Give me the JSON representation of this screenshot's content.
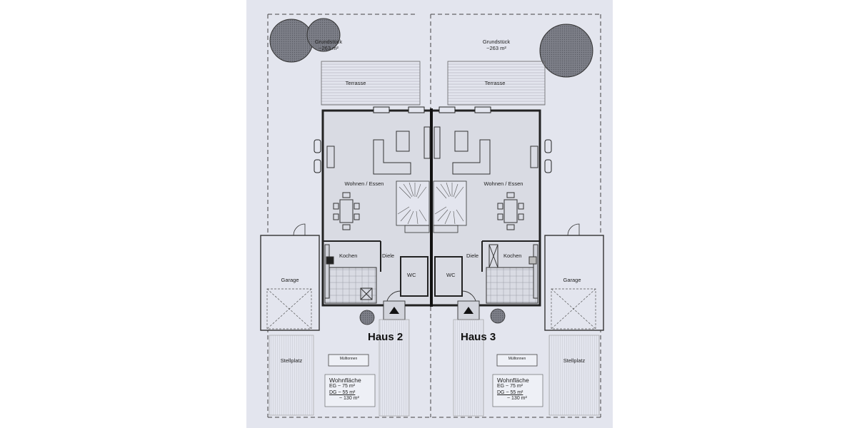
{
  "houses": [
    {
      "name": "Haus 2",
      "plot_label": "Grundstück",
      "plot_area": "~263 m²",
      "rooms": {
        "terrace": "Terrasse",
        "living": "Wohnen / Essen",
        "kitchen": "Kochen",
        "hall": "Diele",
        "wc": "WC",
        "garage": "Garage",
        "parking": "Stellplatz",
        "bins": "Mülltonnen"
      },
      "area": {
        "heading": "Wohnfläche",
        "eg": "EG   ~ 75 m²",
        "dg": "DG   ~ 55 m²",
        "total": "~ 130 m²"
      }
    },
    {
      "name": "Haus 3",
      "plot_label": "Grundstück",
      "plot_area": "~263 m²",
      "rooms": {
        "terrace": "Terrasse",
        "living": "Wohnen / Essen",
        "kitchen": "Kochen",
        "hall": "Diele",
        "wc": "WC",
        "garage": "Garage",
        "parking": "Stellplatz",
        "bins": "Mülltonnen"
      },
      "area": {
        "heading": "Wohnfläche",
        "eg": "EG   ~ 75 m²",
        "dg": "DG   ~ 55 m²",
        "total": "~ 130 m²"
      }
    }
  ]
}
